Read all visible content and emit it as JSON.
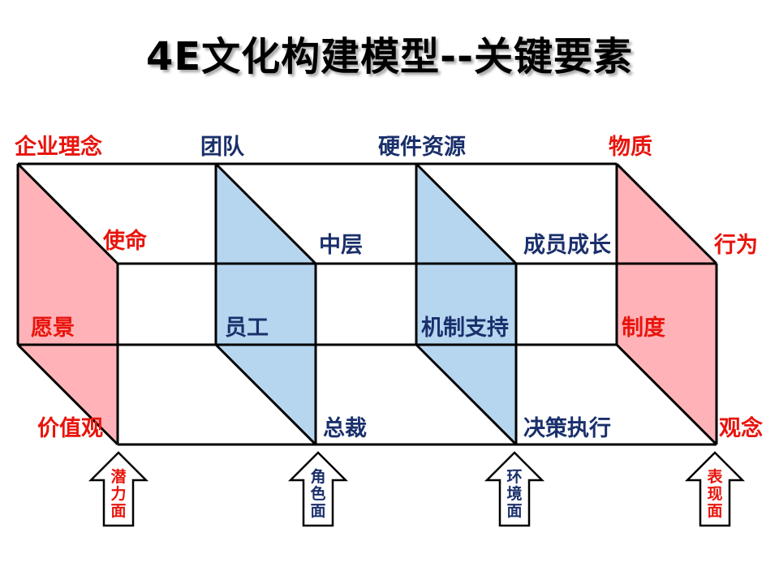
{
  "title": "4E文化构建模型--关键要素",
  "colors": {
    "accent_red": "#e8140c",
    "accent_navy": "#1a2f6b",
    "fill_pink": "#ffb3b8",
    "fill_blue": "#b6d6f0"
  },
  "top_labels": {
    "l1": "企业理念",
    "l2": "团队",
    "l3": "硬件资源",
    "l4": "物质"
  },
  "mid_top_labels": {
    "l1": "使命",
    "l2": "中层",
    "l3": "成员成长",
    "l4": "行为"
  },
  "middle_labels": {
    "l1": "愿景",
    "l2": "员工",
    "l3": "机制支持",
    "l4": "制度"
  },
  "bottom_labels": {
    "l1": "价值观",
    "l2": "总裁",
    "l3": "决策执行",
    "l4": "观念"
  },
  "arrows": {
    "a1": "潜力面",
    "a2": "角色面",
    "a3": "环境面",
    "a4": "表现面"
  }
}
